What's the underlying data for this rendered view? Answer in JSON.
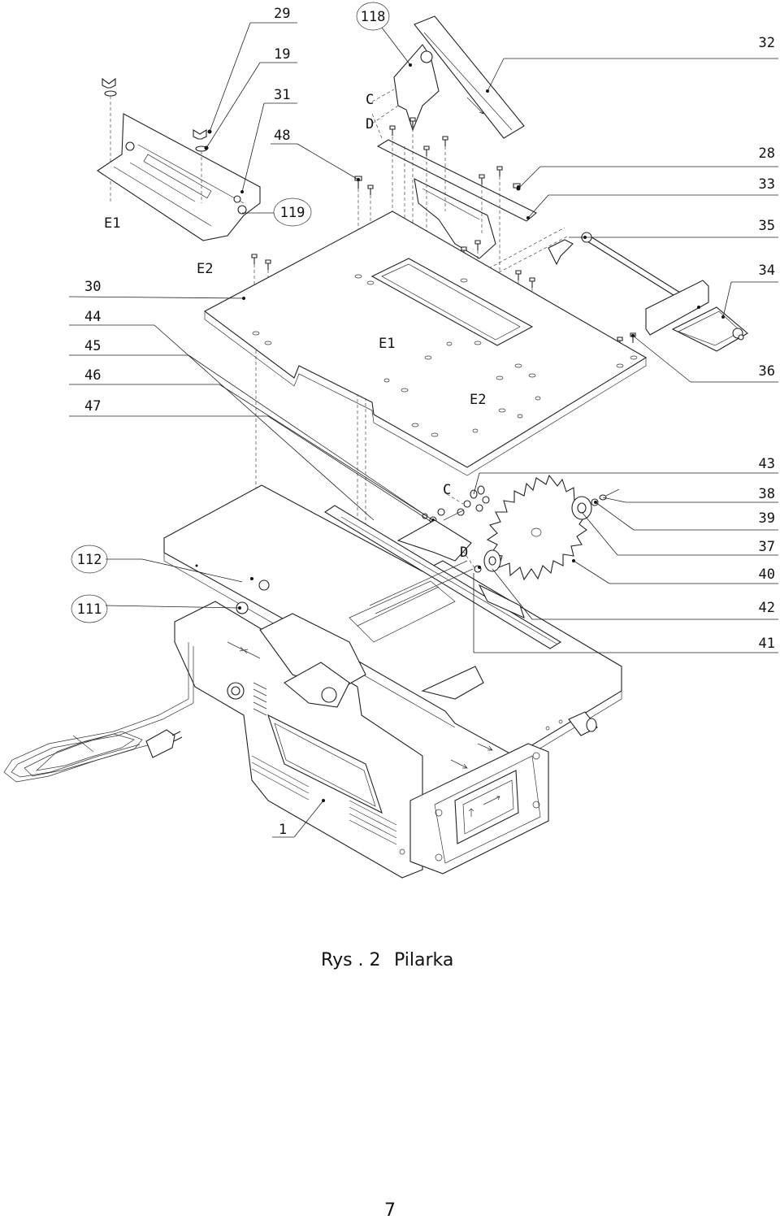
{
  "figure": {
    "caption_prefix": "Rys . 2",
    "caption_title": "Pilarka",
    "page_number": "7"
  },
  "callouts": {
    "n29": "29",
    "n19": "19",
    "n31": "31",
    "n48": "48",
    "n118": "118",
    "n119": "119",
    "n32": "32",
    "n28": "28",
    "n33": "33",
    "n35": "35",
    "n34": "34",
    "n36": "36",
    "n30": "30",
    "n44": "44",
    "n45": "45",
    "n46": "46",
    "n47": "47",
    "n43": "43",
    "n38": "38",
    "n39": "39",
    "n37": "37",
    "n40": "40",
    "n42": "42",
    "n41": "41",
    "n112": "112",
    "n111": "111",
    "n1": "1"
  },
  "assembly_marks": {
    "e1_top": "E1",
    "e2_top": "E2",
    "e1_mid": "E1",
    "e2_mid": "E2",
    "c_top": "C",
    "d_top": "D",
    "c_mid": "C",
    "d_mid": "D"
  }
}
